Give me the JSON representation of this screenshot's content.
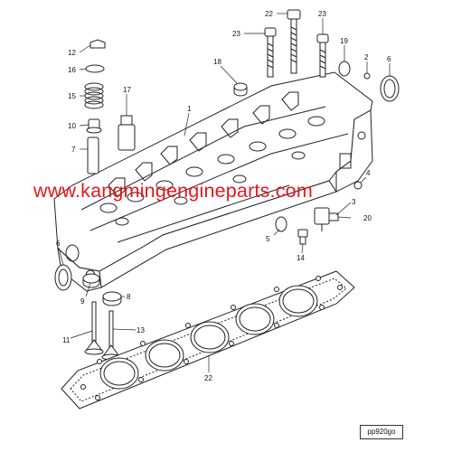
{
  "diagram": {
    "callouts": [
      "22",
      "23",
      "23",
      "19",
      "2",
      "6",
      "12",
      "16",
      "15",
      "10",
      "7",
      "17",
      "18",
      "1",
      "4",
      "3",
      "20",
      "5",
      "14",
      "6",
      "9",
      "8",
      "11",
      "13",
      "22"
    ],
    "reference_code": "pp920go"
  },
  "watermark": {
    "text": "www.kangmingengineparts.com",
    "color": "#e8161c"
  },
  "colors": {
    "line": "#222222",
    "background": "#ffffff"
  }
}
